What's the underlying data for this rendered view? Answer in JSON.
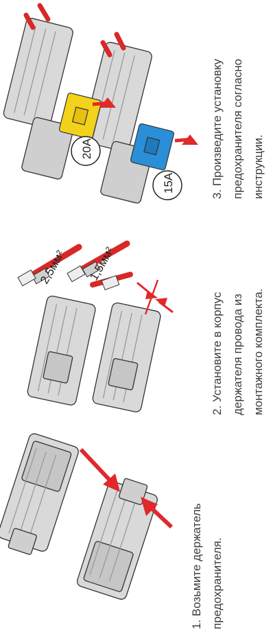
{
  "steps": [
    {
      "lines": [
        "1. Возьмите держатель",
        "предохранителя."
      ]
    },
    {
      "lines": [
        "2. Установите в корпус",
        "держателя провода из",
        "монтажного комплекта."
      ],
      "wire_labels": [
        "2,5мм²",
        "1,5мм²"
      ]
    },
    {
      "lines": [
        "3. Произведите установку",
        "предохранителя согласно",
        "инструкции."
      ],
      "fuse_labels": [
        "20A",
        "15A"
      ]
    }
  ],
  "colors": {
    "arrow": "#e0292b",
    "body": "#d9d9d9",
    "fuse_yellow": "#f2d21b",
    "fuse_blue": "#2a8fd8",
    "wire_red": "#d82828",
    "text": "#3c3c3c"
  }
}
